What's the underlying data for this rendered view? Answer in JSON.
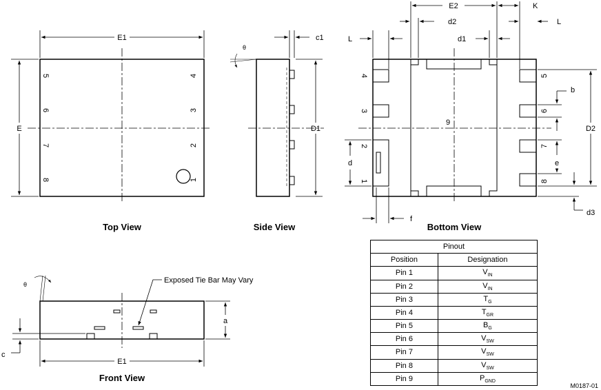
{
  "views": {
    "top": "Top View",
    "side": "Side View",
    "bottom": "Bottom View",
    "front": "Front View"
  },
  "dims": {
    "e1": "E1",
    "e": "E",
    "theta": "θ",
    "c1": "c1",
    "d1": "D1",
    "l": "L",
    "e2": "E2",
    "k": "K",
    "d2_small": "d2",
    "d1_small": "d1",
    "b": "b",
    "d2_big": "D2",
    "d": "d",
    "e_small": "e",
    "f": "f",
    "d3": "d3",
    "a": "a",
    "c": "c"
  },
  "top_pins": [
    "5",
    "6",
    "7",
    "8",
    "4",
    "3",
    "2",
    "1"
  ],
  "bottom_pins_left": [
    "4",
    "3",
    "2",
    "1"
  ],
  "bottom_pins_right": [
    "5",
    "6",
    "7",
    "8"
  ],
  "pad9": "9",
  "tie_bar_note": "Exposed Tie Bar May Vary",
  "figure_id": "M0187-01",
  "pinout": {
    "title": "Pinout",
    "col_position": "Position",
    "col_designation": "Designation",
    "rows": [
      {
        "position": "Pin 1",
        "main": "V",
        "sub": "IN"
      },
      {
        "position": "Pin 2",
        "main": "V",
        "sub": "IN"
      },
      {
        "position": "Pin 3",
        "main": "T",
        "sub": "G"
      },
      {
        "position": "Pin 4",
        "main": "T",
        "sub": "GR"
      },
      {
        "position": "Pin 5",
        "main": "B",
        "sub": "G"
      },
      {
        "position": "Pin 6",
        "main": "V",
        "sub": "SW"
      },
      {
        "position": "Pin 7",
        "main": "V",
        "sub": "SW"
      },
      {
        "position": "Pin 8",
        "main": "V",
        "sub": "SW"
      },
      {
        "position": "Pin 9",
        "main": "P",
        "sub": "GND"
      }
    ]
  }
}
